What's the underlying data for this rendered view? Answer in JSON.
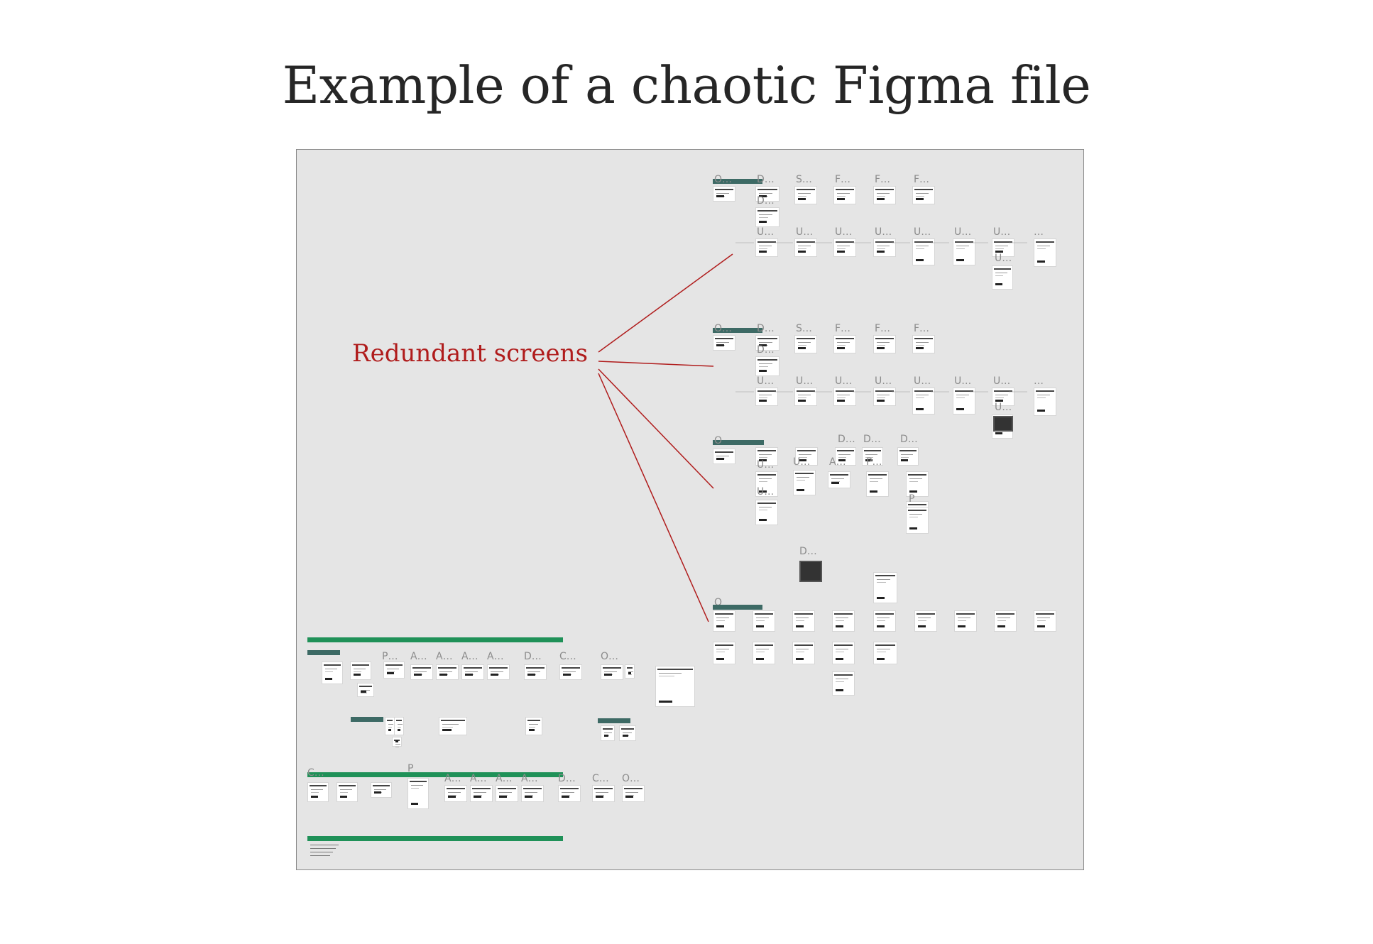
{
  "slide": {
    "title": "Example of a chaotic Figma file",
    "callout": "Redundant screens",
    "callout_color": "#b01c1c"
  },
  "canvas": {
    "background": "#e5e5e5",
    "section_colors": {
      "green": "#1f9158",
      "teal": "#3d6a65"
    }
  },
  "frame_labels": {
    "group1": [
      "O…",
      "D…",
      "S…",
      "F…",
      "F…",
      "F…",
      "D…",
      "U…",
      "U…",
      "U…",
      "U…",
      "U…",
      "U…",
      "U…",
      "U…",
      "…"
    ],
    "group2": [
      "O…",
      "D…",
      "S…",
      "F…",
      "F…",
      "F…",
      "D…",
      "U…",
      "U…",
      "U…",
      "U…",
      "U…",
      "U…",
      "U…",
      "U…",
      "…"
    ],
    "group3": [
      "O",
      "D…",
      "D…",
      "D…",
      "U…",
      "U…",
      "A…",
      "P…",
      "U…",
      "P"
    ],
    "group4": [
      "D…",
      "O"
    ],
    "bottom1": [
      "P…",
      "A…",
      "A…",
      "A…",
      "A…",
      "D…",
      "C…",
      "O…"
    ],
    "bottom2": [
      "C…",
      "P",
      "A…",
      "A…",
      "A…",
      "A…",
      "D…",
      "C…",
      "O…"
    ]
  }
}
